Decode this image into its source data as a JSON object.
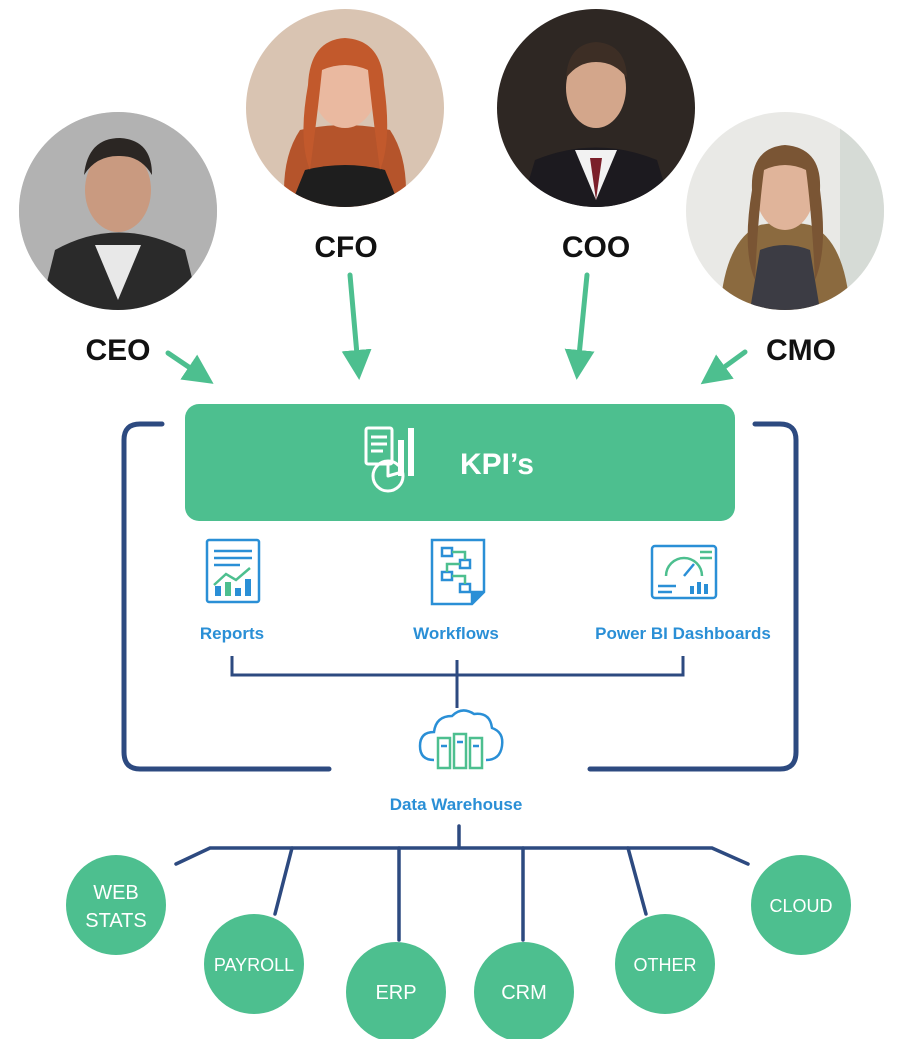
{
  "colors": {
    "accent_green": "#4dbf8f",
    "frame_navy": "#2d4a80",
    "label_blue": "#2a8fd6",
    "icon_blue": "#2a8fd6",
    "role_text": "#111111"
  },
  "executives": [
    {
      "role": "CEO",
      "photo": "portrait-man-dark-jacket"
    },
    {
      "role": "CFO",
      "photo": "portrait-woman-red-hair"
    },
    {
      "role": "COO",
      "photo": "portrait-man-suit-red-tie"
    },
    {
      "role": "CMO",
      "photo": "portrait-woman-brown-hair"
    }
  ],
  "kpi": {
    "title": "KPI’s",
    "icon": "kpi-report-chart-icon"
  },
  "tools": [
    {
      "label": "Reports",
      "icon": "report-chart-icon"
    },
    {
      "label": "Workflows",
      "icon": "workflow-icon"
    },
    {
      "label": "Power BI Dashboards",
      "icon": "dashboard-gauge-icon"
    }
  ],
  "warehouse": {
    "label": "Data Warehouse",
    "icon": "cloud-server-icon"
  },
  "sources": [
    {
      "lines": [
        "WEB",
        "STATS"
      ]
    },
    {
      "lines": [
        "PAYROLL"
      ]
    },
    {
      "lines": [
        "ERP"
      ]
    },
    {
      "lines": [
        "CRM"
      ]
    },
    {
      "lines": [
        "OTHER"
      ]
    },
    {
      "lines": [
        "CLOUD"
      ]
    }
  ]
}
